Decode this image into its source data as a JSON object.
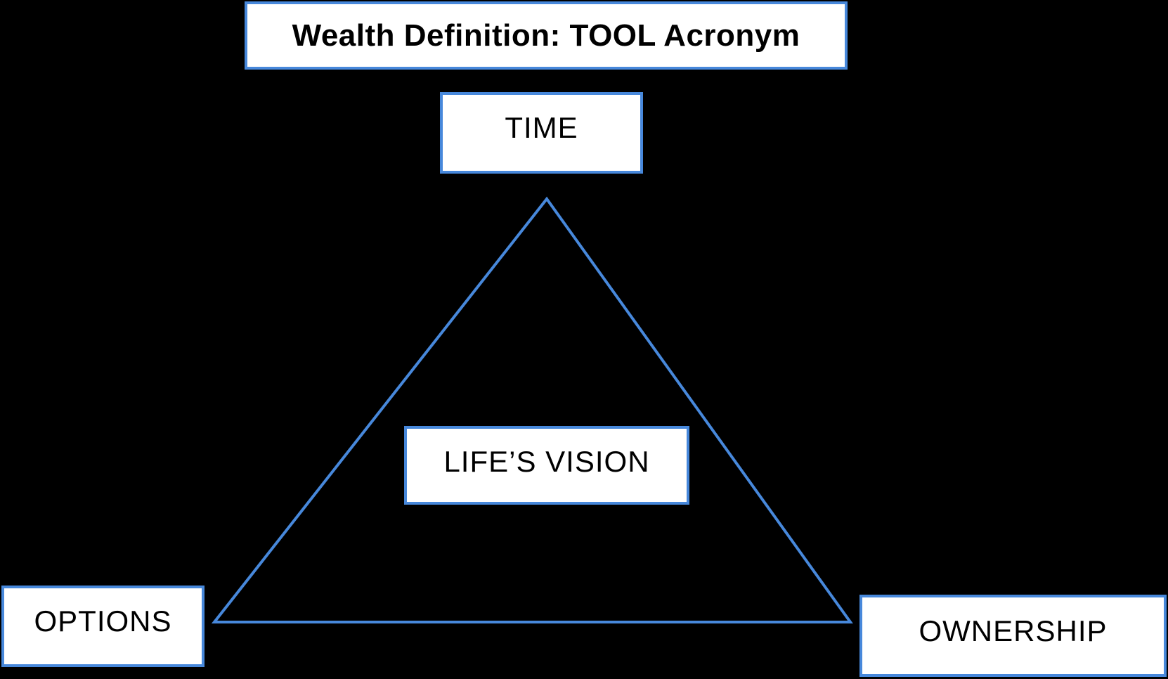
{
  "title": {
    "text": "Wealth Definition: TOOL Acronym"
  },
  "nodes": {
    "time": {
      "label": "TIME"
    },
    "vision": {
      "label": "LIFE’S VISION"
    },
    "options": {
      "label": "OPTIONS"
    },
    "ownership": {
      "label": "OWNERSHIP"
    }
  },
  "diagram": {
    "shape": "triangle-outline",
    "meaning": "TOOL acronym: Time, Options, Ownership around Life's Vision"
  },
  "colors": {
    "background": "#000000",
    "box_background": "#ffffff",
    "accent_blue": "#4788db",
    "text": "#000000"
  }
}
